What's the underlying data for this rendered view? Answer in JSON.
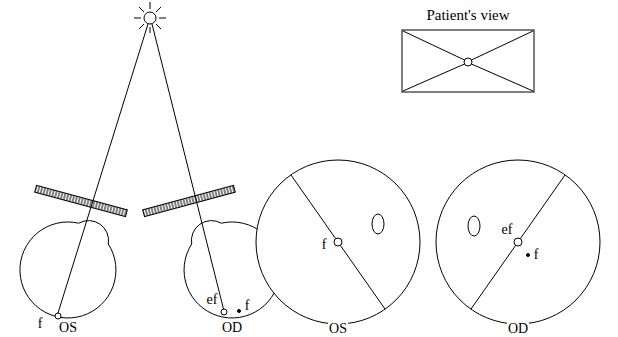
{
  "diagram": {
    "nodes": [
      {
        "text": [
          "Patient's view"
        ]
      },
      {
        "text": [
          "f",
          "OS"
        ]
      },
      {
        "text": [
          "ef",
          "f",
          "OD"
        ]
      },
      {
        "text": [
          "f",
          "OS"
        ]
      },
      {
        "text": [
          "ef",
          "f",
          "OD"
        ]
      }
    ]
  }
}
